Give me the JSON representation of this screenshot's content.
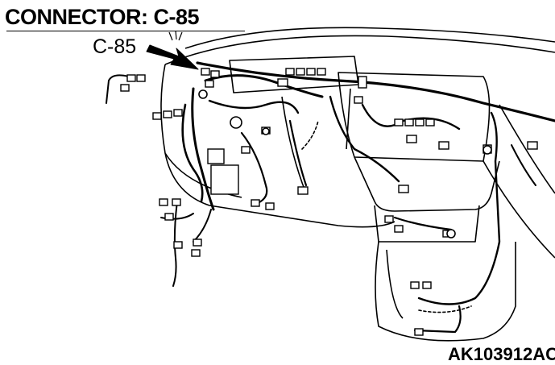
{
  "diagram": {
    "title": "CONNECTOR: C-85",
    "callout_label": "C-85",
    "figure_id": "AK103912AC",
    "line_color": "#000000",
    "background_color": "#ffffff"
  }
}
